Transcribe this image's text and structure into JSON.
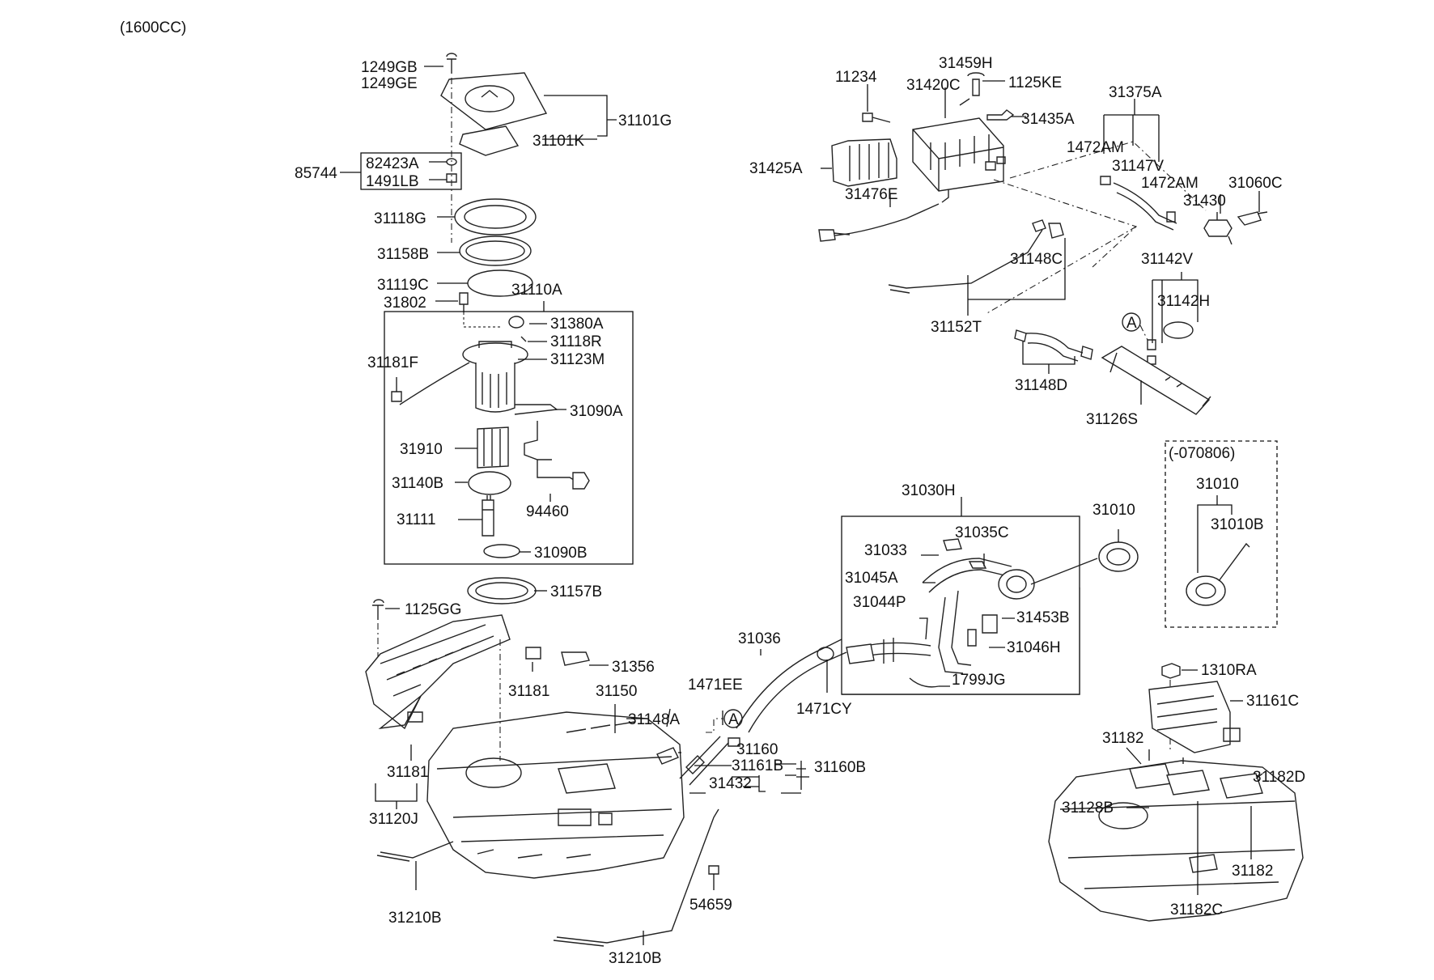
{
  "header": {
    "engine": "(1600CC)"
  },
  "variant_box": {
    "label": "(-070806)"
  },
  "callouts": {
    "c1249GB": "1249GB",
    "c1249GE": "1249GE",
    "c31101G": "31101G",
    "c31101K": "31101K",
    "c85744": "85744",
    "c82423A": "82423A",
    "c1491LB": "1491LB",
    "c31118G": "31118G",
    "c31158B": "31158B",
    "c31119C": "31119C",
    "c31802": "31802",
    "c31110A": "31110A",
    "c31380A": "31380A",
    "c31118R": "31118R",
    "c31123M": "31123M",
    "c31181F": "31181F",
    "c31090A": "31090A",
    "c31910": "31910",
    "c31140B": "31140B",
    "c94460": "94460",
    "c31111": "31111",
    "c31090B": "31090B",
    "c31157B": "31157B",
    "c1125GG": "1125GG",
    "c31181a": "31181",
    "c31181b": "31181",
    "c31120J": "31120J",
    "c31356": "31356",
    "c31150": "31150",
    "c31148A": "31148A",
    "c31036": "31036",
    "c1471EE": "1471EE",
    "c1471CY": "1471CY",
    "c31160": "31160",
    "c31161B": "31161B",
    "c31160B": "31160B",
    "c31432": "31432",
    "c31210Ba": "31210B",
    "c31210Bb": "31210B",
    "c54659": "54659",
    "c11234": "11234",
    "c31459H": "31459H",
    "c31420C": "31420C",
    "c1125KE": "1125KE",
    "c31435A": "31435A",
    "c31375A": "31375A",
    "c31425A": "31425A",
    "c1472AMa": "1472AM",
    "c31147V": "31147V",
    "c1472AMb": "1472AM",
    "c31060C": "31060C",
    "c31476E": "31476E",
    "c31430": "31430",
    "c31148C": "31148C",
    "c31142V": "31142V",
    "c31142H": "31142H",
    "c31152T": "31152T",
    "c31148D": "31148D",
    "c31126S": "31126S",
    "c31030H": "31030H",
    "c31010a": "31010",
    "c31033": "31033",
    "c31035C": "31035C",
    "c31045A": "31045A",
    "c31044P": "31044P",
    "c31453B": "31453B",
    "c31046H": "31046H",
    "c1799JG": "1799JG",
    "c31010b": "31010",
    "c31010B": "31010B",
    "c1310RA": "1310RA",
    "c31161C": "31161C",
    "c31182a": "31182",
    "c31182D": "31182D",
    "c31128B": "31128B",
    "c31182b": "31182",
    "c31182C": "31182C"
  },
  "markers": {
    "A1": "A",
    "A2": "A"
  }
}
